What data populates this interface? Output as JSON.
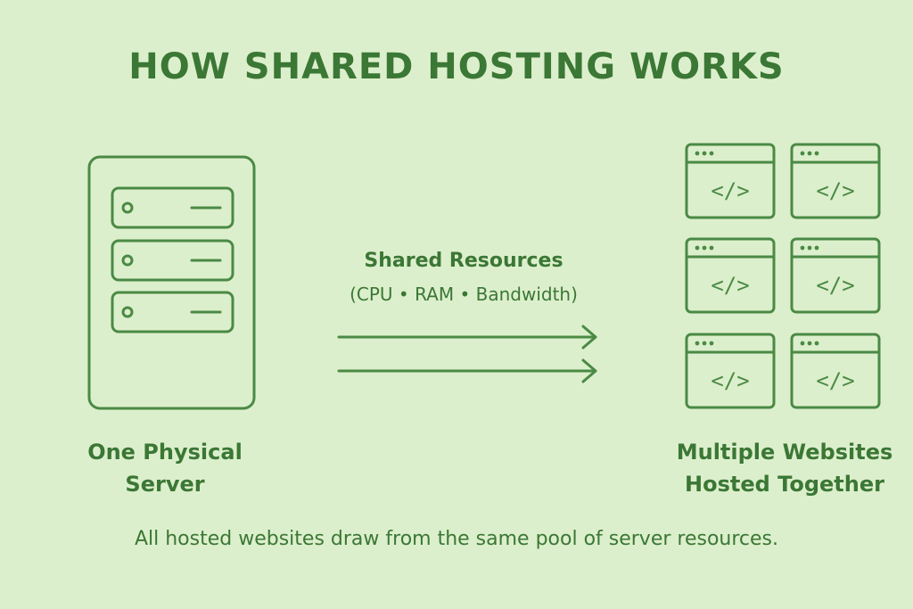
{
  "title": "HOW SHARED HOSTING WORKS",
  "server": {
    "label_line1": "One Physical",
    "label_line2": "Server",
    "icon": "server-icon"
  },
  "resources": {
    "title": "Shared Resources",
    "subtitle": "(CPU • RAM • Bandwidth)"
  },
  "websites": {
    "label_line1": "Multiple Websites",
    "label_line2": "Hosted Together",
    "icon": "code-window-icon",
    "glyph": "</>"
  },
  "caption": "All hosted websites draw from the same pool of server resources.",
  "colors": {
    "background": "#dcefcc",
    "stroke": "#4a8a45",
    "text": "#3b7735"
  }
}
